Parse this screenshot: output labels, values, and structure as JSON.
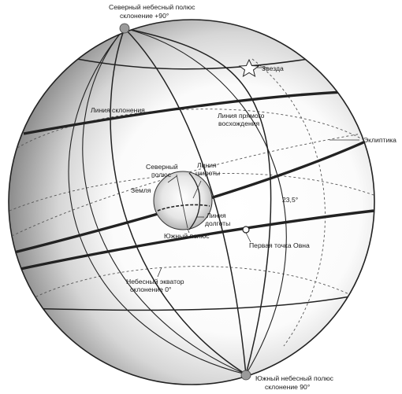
{
  "labels": {
    "north_pole_line1": "Северный небесный полюс",
    "north_pole_line2": "склонение +90°",
    "star": "Звезда",
    "declination_line": "Линия склонения",
    "right_ascension_line1": "Линия прямого",
    "right_ascension_line2": "восхождения",
    "ecliptic": "Эклиптика",
    "earth_north_pole_line1": "Северный",
    "earth_north_pole_line2": "полюс",
    "latitude_line1": "Линия",
    "latitude_line2": "широты",
    "earth": "Земля",
    "obliquity": "23,5°",
    "longitude_line1": "Линия",
    "longitude_line2": "долготы",
    "earth_south_pole": "Южный полюс",
    "first_point_aries": "Первая точка Овна",
    "celestial_equator_line1": "Небесный экватор",
    "celestial_equator_line2": "склонение 0°",
    "south_pole_line1": "Южный небесный полюс",
    "south_pole_line2": "склонение   90°"
  },
  "colors": {
    "sphere_shade": "#8c8c8c",
    "sphere_light": "#ffffff",
    "lines": "#222222",
    "pole_marker": "#9a9a9a"
  }
}
